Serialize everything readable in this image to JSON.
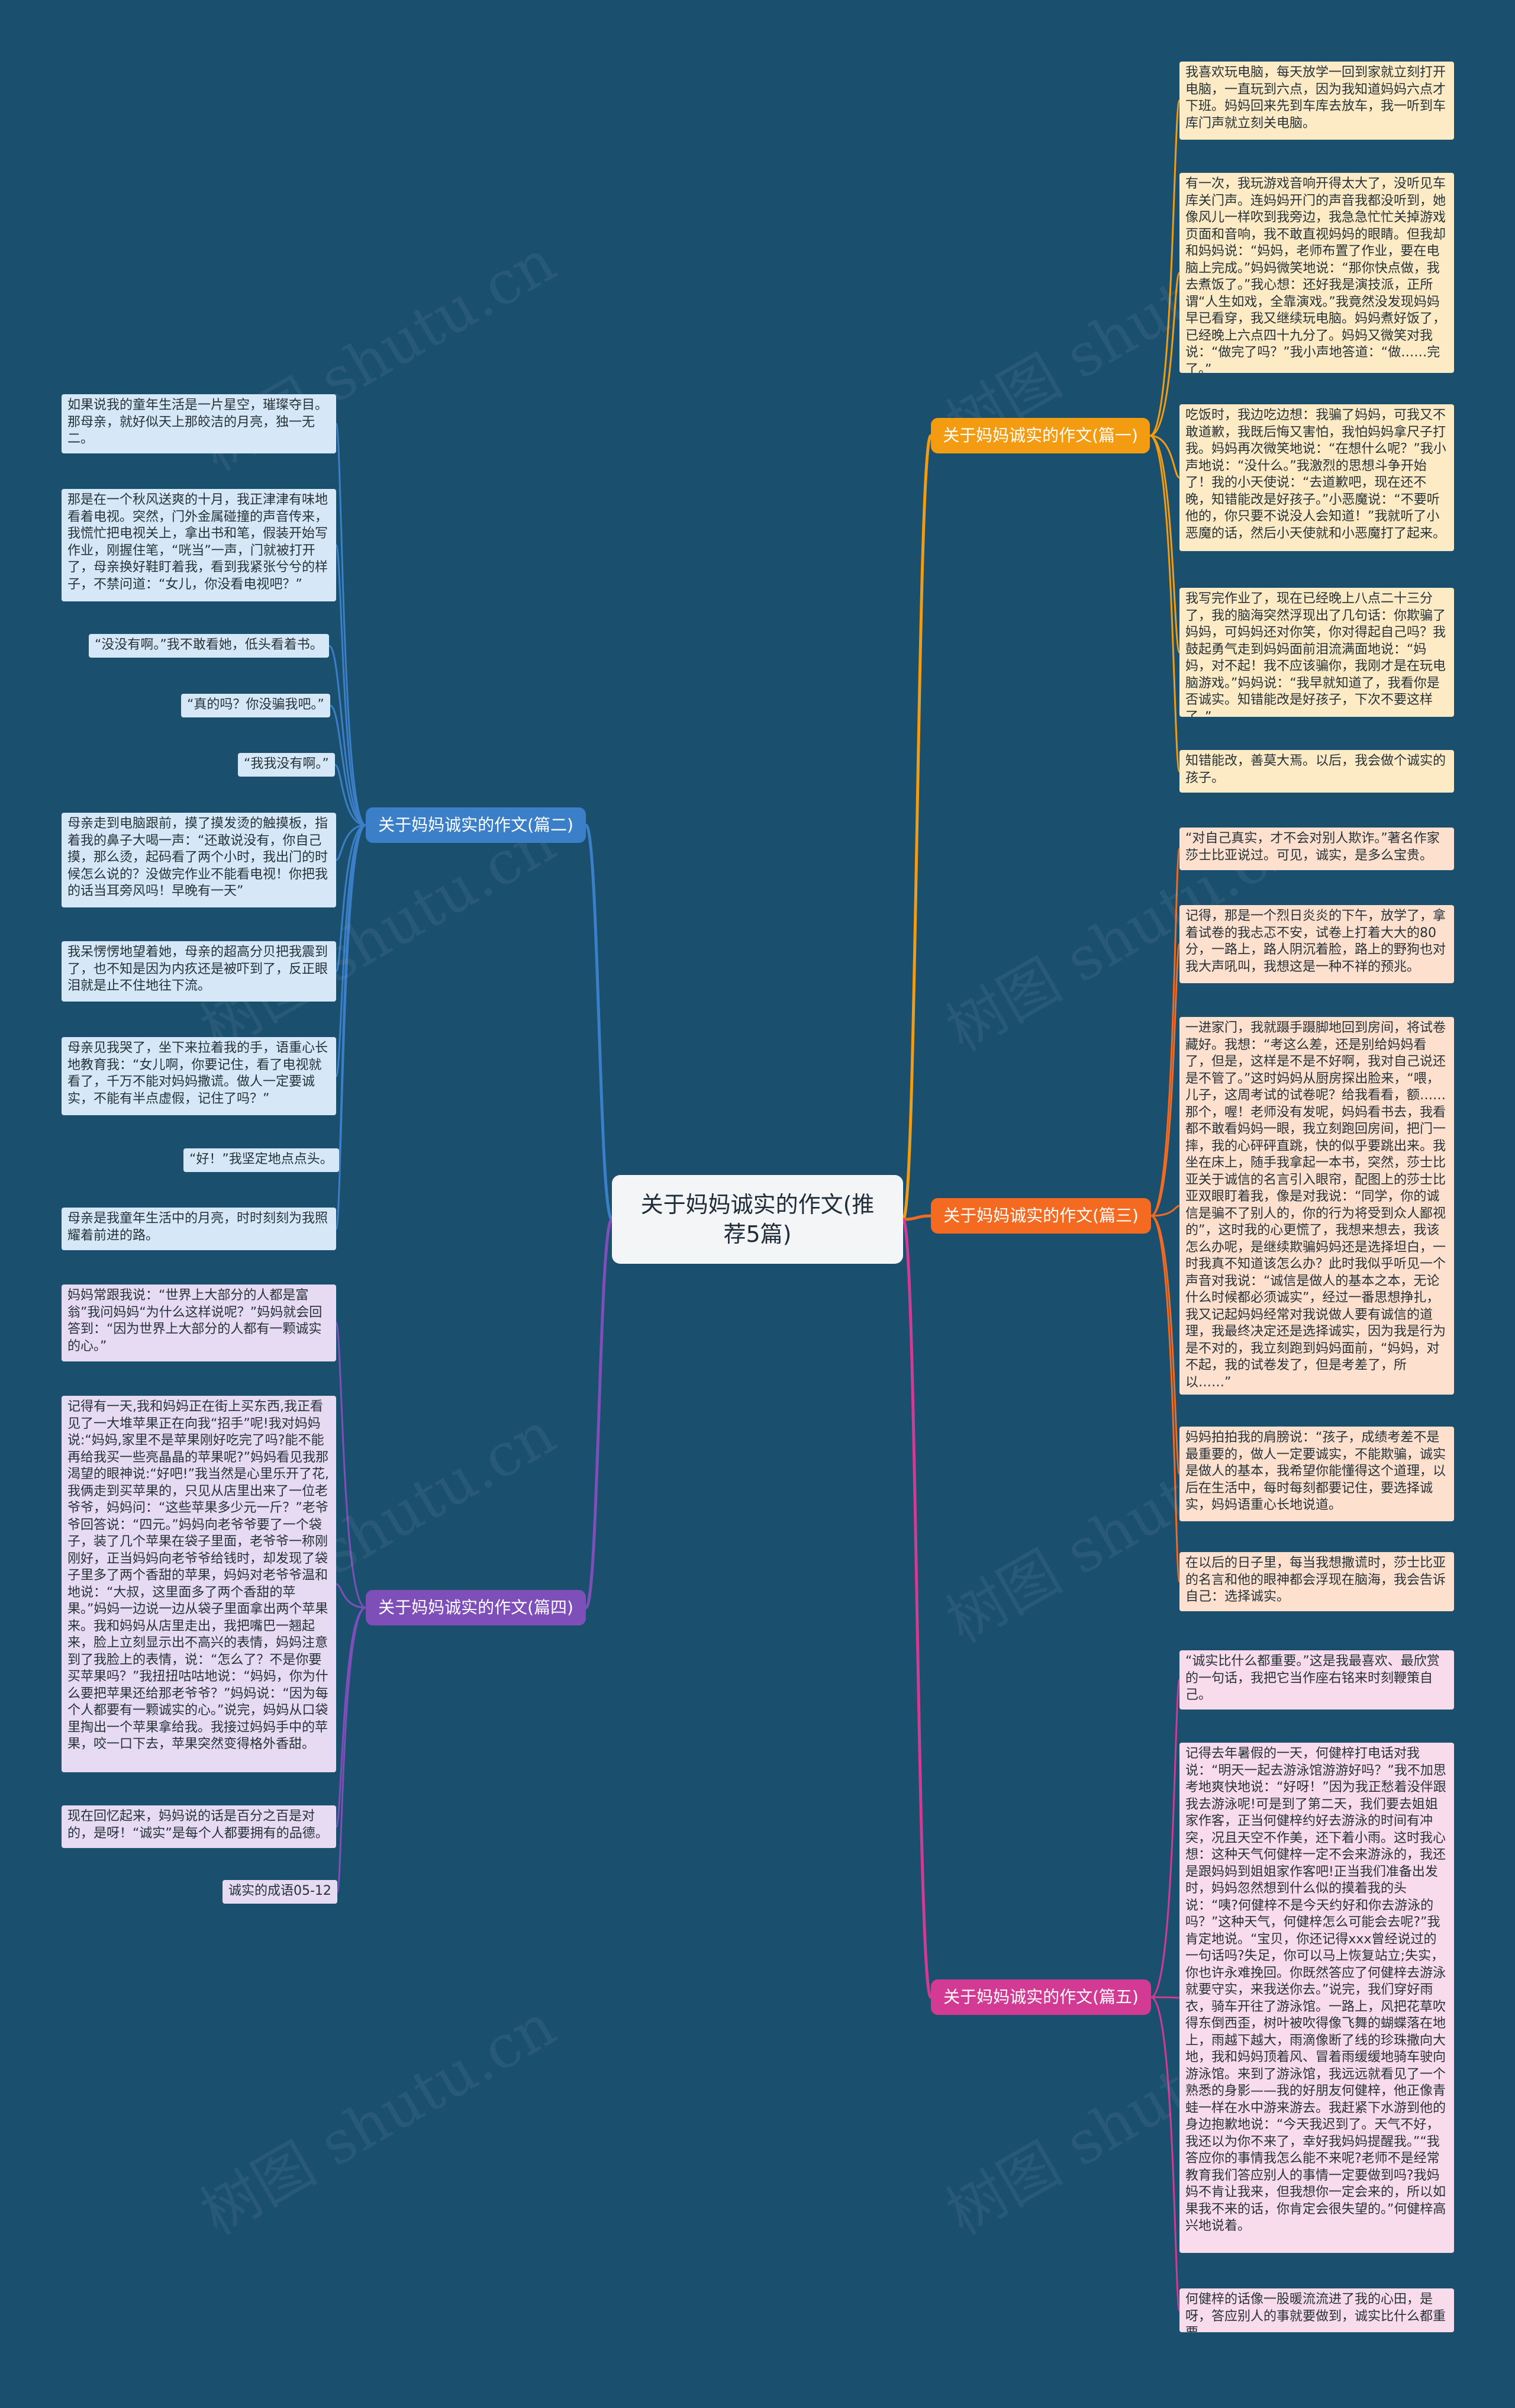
{
  "root": {
    "title": "关于妈妈诚实的作文(推荐5篇)"
  },
  "watermark": "树图 shutu.cn",
  "colors": {
    "b1": "#f39c12",
    "b2": "#3a7fc8",
    "b3": "#f36a20",
    "b4": "#7e4fb8",
    "b5": "#d23a93",
    "l1": "#fdebc6",
    "l2": "#d6e8f8",
    "l3": "#fde0ce",
    "l4": "#e6dbf3",
    "l5": "#f8dcec"
  },
  "branches": [
    {
      "label": "关于妈妈诚实的作文(篇一)",
      "leaves": [
        "我喜欢玩电脑，每天放学一回到家就立刻打开电脑，一直玩到六点，因为我知道妈妈六点才下班。妈妈回来先到车库去放车，我一听到车库门声就立刻关电脑。",
        "有一次，我玩游戏音响开得太大了，没听见车库关门声。连妈妈开门的声音我都没听到，她像风儿一样吹到我旁边，我急急忙忙关掉游戏页面和音响，我不敢直视妈妈的眼睛。但我却和妈妈说：“妈妈，老师布置了作业，要在电脑上完成。”妈妈微笑地说：“那你快点做，我去煮饭了。”我心想：还好我是演技派，正所谓“人生如戏，全靠演戏。”我竟然没发现妈妈早已看穿，我又继续玩电脑。妈妈煮好饭了，已经晚上六点四十九分了。妈妈又微笑对我说：“做完了吗？”我小声地答道：“做……完了。”",
        "吃饭时，我边吃边想：我骗了妈妈，可我又不敢道歉，我既后悔又害怕，我怕妈妈拿尺子打我。妈妈再次微笑地说：“在想什么呢？”我小声地说：“没什么。”我激烈的思想斗争开始了！我的小天使说：“去道歉吧，现在还不晚，知错能改是好孩子。”小恶魔说：“不要听他的，你只要不说没人会知道！”我就听了小恶魔的话，然后小天使就和小恶魔打了起来。",
        "我写完作业了，现在已经晚上八点二十三分了，我的脑海突然浮现出了几句话：你欺骗了妈妈，可妈妈还对你笑，你对得起自己吗？我鼓起勇气走到妈妈面前泪流满面地说：“妈妈，对不起！我不应该骗你，我刚才是在玩电脑游戏。”妈妈说：“我早就知道了，我看你是否诚实。知错能改是好孩子，下次不要这样了。”",
        "知错能改，善莫大焉。以后，我会做个诚实的孩子。"
      ]
    },
    {
      "label": "关于妈妈诚实的作文(篇二)",
      "leaves": [
        "如果说我的童年生活是一片星空，璀璨夺目。那母亲，就好似天上那皎洁的月亮，独一无二。",
        "那是在一个秋风送爽的十月，我正津津有味地看着电视。突然，门外金属碰撞的声音传来，我慌忙把电视关上，拿出书和笔，假装开始写作业，刚握住笔，“咣当”一声，门就被打开了，母亲换好鞋盯着我，看到我紧张兮兮的样子，不禁问道：“女儿，你没看电视吧？”",
        "“没没有啊。”我不敢看她，低头看着书。",
        "“真的吗？你没骗我吧。”",
        "“我我没有啊。”",
        "母亲走到电脑跟前，摸了摸发烫的触摸板，指着我的鼻子大喝一声：“还敢说没有，你自己摸，那么烫，起码看了两个小时，我出门的时候怎么说的？没做完作业不能看电视！你把我的话当耳旁风吗！早晚有一天”",
        "我呆愣愣地望着她，母亲的超高分贝把我震到了，也不知是因为内疚还是被吓到了，反正眼泪就是止不住地往下流。",
        "母亲见我哭了，坐下来拉着我的手，语重心长地教育我：“女儿啊，你要记住，看了电视就看了，千万不能对妈妈撒谎。做人一定要诚实，不能有半点虚假，记住了吗？”",
        "“好！”我坚定地点点头。",
        "母亲是我童年生活中的月亮，时时刻刻为我照耀着前进的路。"
      ]
    },
    {
      "label": "关于妈妈诚实的作文(篇三)",
      "leaves": [
        "“对自己真实，才不会对别人欺诈。”著名作家莎士比亚说过。可见，诚实，是多么宝贵。",
        "记得，那是一个烈日炎炎的下午，放学了，拿着试卷的我忐忑不安，试卷上打着大大的80分，一路上，路人阴沉着脸，路上的野狗也对我大声吼叫，我想这是一种不祥的预兆。",
        "一进家门，我就蹑手蹑脚地回到房间，将试卷藏好。我想：“考这么差，还是别给妈妈看了，但是，这样是不是不好啊，我对自己说还是不管了。”这时妈妈从厨房探出脸来，“喂，儿子，这周考试的试卷呢？给我看看，额……那个，喔！老师没有发呢，妈妈看书去，我看都不敢看妈妈一眼，我立刻跑回房间，把门一摔，我的心砰砰直跳，快的似乎要跳出来。我坐在床上，随手我拿起一本书，突然，莎士比亚关于诚信的名言引入眼帘，配图上的莎士比亚双眼盯着我，像是对我说：“同学，你的诚信是骗不了别人的，你的行为将受到众人鄙视的”，这时我的心更慌了，我想来想去，我该怎么办呢，是继续欺骗妈妈还是选择坦白，一时我真不知道该怎么办？此时我似乎听见一个声音对我说：“诚信是做人的基本之本，无论什么时候都必须诚实”，经过一番思想挣扎，我又记起妈妈经常对我说做人要有诚信的道理，我最终决定还是选择诚实，因为我是行为是不对的，我立刻跑到妈妈面前，“妈妈，对不起，我的试卷发了，但是考差了，所以……”",
        "妈妈拍拍我的肩膀说：“孩子，成绩考差不是最重要的，做人一定要诚实，不能欺骗，诚实是做人的基本，我希望你能懂得这个道理，以后在生活中，每时每刻都要记住，要选择诚实，妈妈语重心长地说道。",
        "在以后的日子里，每当我想撒谎时，莎士比亚的名言和他的眼神都会浮现在脑海，我会告诉自己：选择诚实。"
      ]
    },
    {
      "label": "关于妈妈诚实的作文(篇四)",
      "leaves": [
        "妈妈常跟我说：“世界上大部分的人都是富翁”我问妈妈“为什么这样说呢？”妈妈就会回答到：“因为世界上大部分的人都有一颗诚实的心。”",
        "记得有一天,我和妈妈正在街上买东西,我正看见了一大堆苹果正在向我“招手”呢!我对妈妈说:“妈妈,家里不是苹果刚好吃完了吗?能不能再给我买一些亮晶晶的苹果呢?”妈妈看见我那渴望的眼神说:“好吧!”我当然是心里乐开了花,我俩走到买苹果的，只见从店里出来了一位老爷爷，妈妈问：“这些苹果多少元一斤？”老爷爷回答说：“四元。”妈妈向老爷爷要了一个袋子，装了几个苹果在袋子里面，老爷爷一称刚刚好，正当妈妈向老爷爷给钱时，却发现了袋子里多了两个香甜的苹果，妈妈对老爷爷温和地说：“大叔，这里面多了两个香甜的苹果。”妈妈一边说一边从袋子里面拿出两个苹果来。我和妈妈从店里走出，我把嘴巴一翘起来，脸上立刻显示出不高兴的表情，妈妈注意到了我脸上的表情，说：“怎么了？不是你要买苹果吗？”我扭扭咕咕地说：“妈妈，你为什么要把苹果还给那老爷爷？”妈妈说：“因为每个人都要有一颗诚实的心。”说完，妈妈从口袋里掏出一个苹果拿给我。我接过妈妈手中的苹果，咬一口下去，苹果突然变得格外香甜。",
        "现在回忆起来，妈妈说的话是百分之百是对的，是呀！“诚实”是每个人都要拥有的品德。",
        "诚实的成语05-12"
      ]
    },
    {
      "label": "关于妈妈诚实的作文(篇五)",
      "leaves": [
        "“诚实比什么都重要。”这是我最喜欢、最欣赏的一句话，我把它当作座右铭来时刻鞭策自己。",
        "记得去年暑假的一天，何健梓打电话对我说：“明天一起去游泳馆游游好吗？”我不加思考地爽快地说：“好呀！”因为我正愁着没伴跟我去游泳呢!可是到了第二天，我们要去姐姐家作客，正当何健梓约好去游泳的时间有冲突，况且天空不作美，还下着小雨。这时我心想：这种天气何健梓一定不会来游泳的，我还是跟妈妈到姐姐家作客吧!正当我们准备出发时，妈妈忽然想到什么似的摸着我的头说：“咦?何健梓不是今天约好和你去游泳的吗？”这种天气，何健梓怎么可能会去呢?”我肯定地说。“宝贝，你还记得xxx曾经说过的一句话吗?失足，你可以马上恢复站立;失实，你也许永难挽回。你既然答应了何健梓去游泳就要守实，来我送你去。”说完，我们穿好雨衣，骑车开往了游泳馆。一路上，风把花草吹得东倒西歪，树叶被吹得像飞舞的蝴蝶落在地上，雨越下越大，雨滴像断了线的珍珠撒向大地，我和妈妈顶着风、冒着雨缓缓地骑车驶向游泳馆。来到了游泳馆，我远远就看见了一个熟悉的身影——我的好朋友何健梓，他正像青蛙一样在水中游来游去。我赶紧下水游到他的身边抱歉地说：“今天我迟到了。天气不好，我还以为你不来了，幸好我妈妈提醒我。”“我答应你的事情我怎么能不来呢?老师不是经常教育我们答应别人的事情一定要做到吗?我妈妈不肯让我来，但我想你一定会来的，所以如果我不来的话，你肯定会很失望的。”何健梓高兴地说着。",
        "何健梓的话像一股暖流流进了我的心田，是呀，答应别人的事就要做到，诚实比什么都重要"
      ]
    }
  ]
}
